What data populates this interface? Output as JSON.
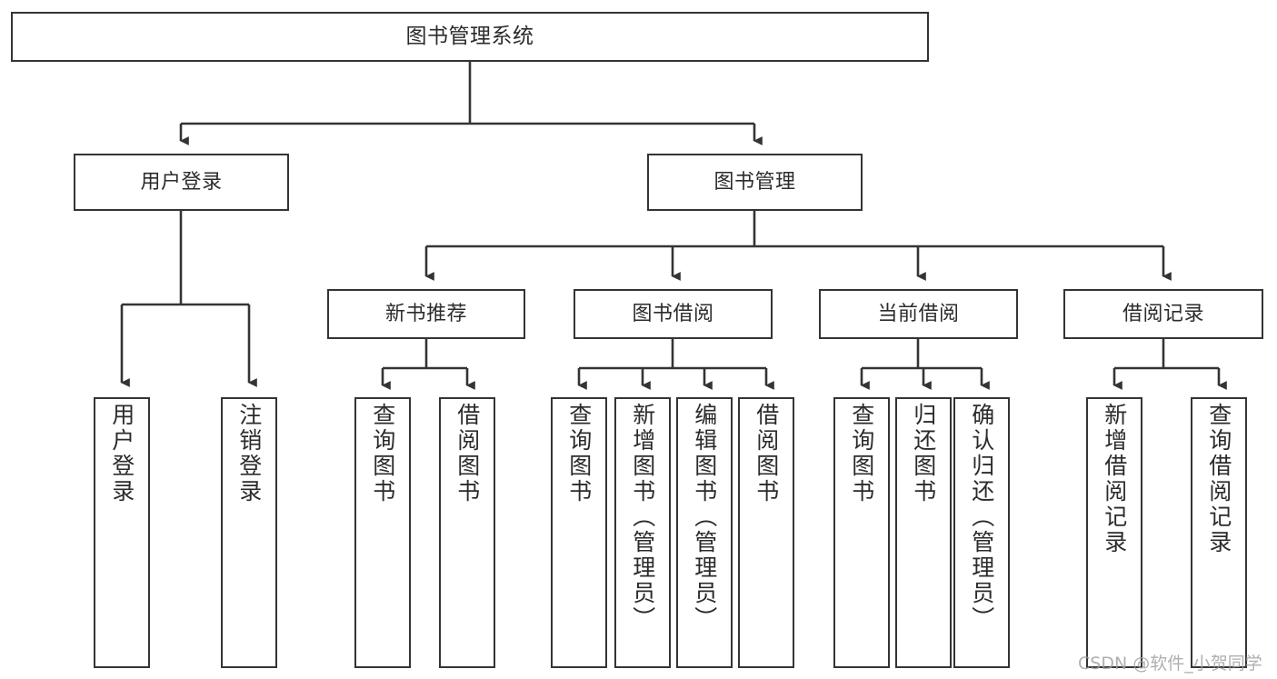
{
  "diagram": {
    "title": "图书管理系统",
    "type": "tree-hierarchy",
    "watermark": "CSDN @软件_小贺同学",
    "colors": {
      "box_border": "#343434",
      "box_fill": "#ffffff",
      "text": "#2b2b2b",
      "connector": "#343434",
      "watermark": "#9e9e9e",
      "background": "#ffffff"
    },
    "root": {
      "label": "图书管理系统"
    },
    "level2": [
      {
        "label": "用户登录"
      },
      {
        "label": "图书管理"
      }
    ],
    "level3": [
      {
        "label": "新书推荐"
      },
      {
        "label": "图书借阅"
      },
      {
        "label": "当前借阅"
      },
      {
        "label": "借阅记录"
      }
    ],
    "leaves": {
      "user_login": [
        {
          "label": "用户登录"
        },
        {
          "label": "注销登录"
        }
      ],
      "new_book_recommend": [
        {
          "label": "查询图书"
        },
        {
          "label": "借阅图书"
        }
      ],
      "book_borrow": [
        {
          "label": "查询图书"
        },
        {
          "label": "新增图书（管理员）"
        },
        {
          "label": "编辑图书（管理员）"
        },
        {
          "label": "借阅图书"
        }
      ],
      "current_borrow": [
        {
          "label": "查询图书"
        },
        {
          "label": "归还图书"
        },
        {
          "label": "确认归还（管理员）"
        }
      ],
      "borrow_record": [
        {
          "label": "新增借阅记录"
        },
        {
          "label": "查询借阅记录"
        }
      ]
    }
  }
}
